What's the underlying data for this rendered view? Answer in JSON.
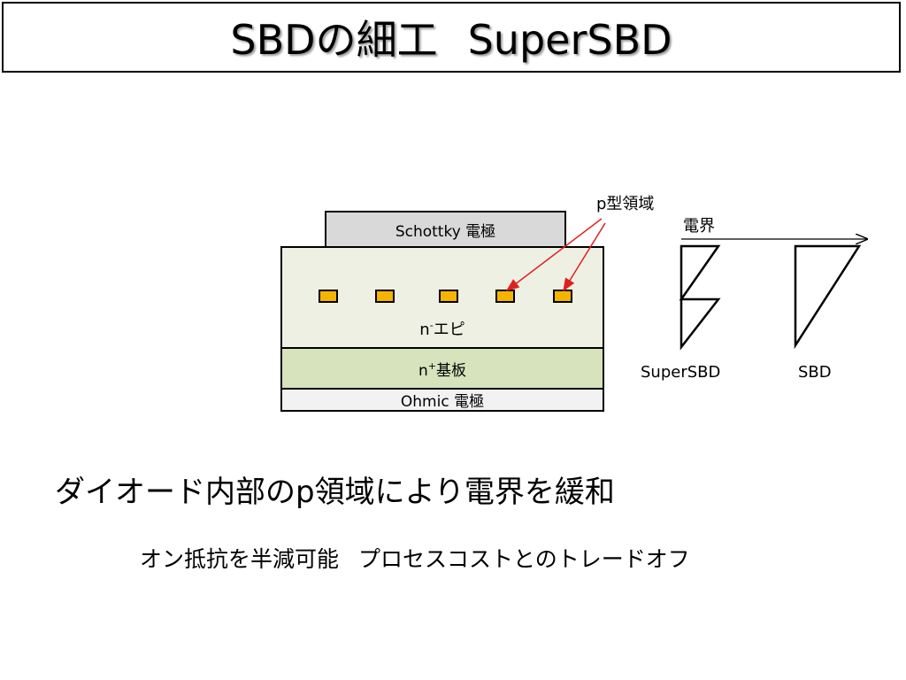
{
  "title": {
    "part1": "SBDの細工",
    "part2": "SuperSBD"
  },
  "device": {
    "schottky_label": "Schottky 電極",
    "epi_label_base": "n",
    "epi_label_sup": "-",
    "epi_label_rest": "エピ",
    "substrate_label_base": "n",
    "substrate_label_sup": "+",
    "substrate_label_rest": "基板",
    "ohmic_label": "Ohmic 電極",
    "p_region_label": "p型領域"
  },
  "field": {
    "axis_label": "電界",
    "superSBD_label": "SuperSBD",
    "sbd_label": "SBD"
  },
  "text": {
    "main": "ダイオード内部のp領域により電界を緩和",
    "sub1": "オン抵抗を半減可能",
    "sub2": "プロセスコストとのトレードオフ"
  },
  "colors": {
    "p_region": "#f5b400",
    "arrow": "#e02020",
    "epi": "#eef0e3",
    "substrate": "#d6e3bc",
    "schottky": "#d9d9d9"
  }
}
